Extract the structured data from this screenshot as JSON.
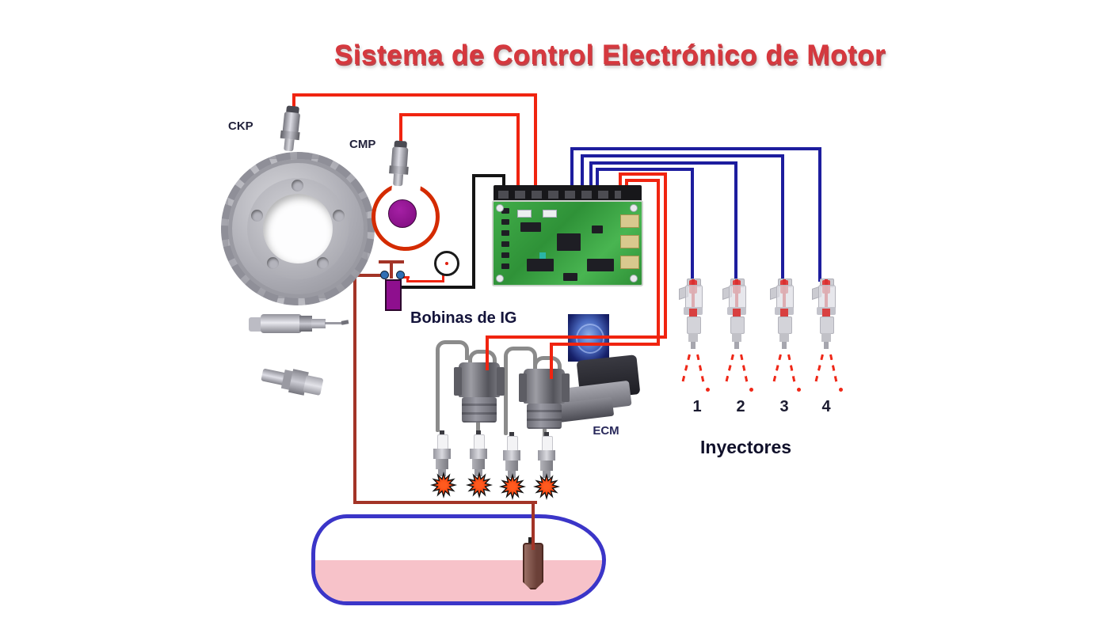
{
  "title": "Sistema de Control Electrónico de Motor",
  "labels": {
    "ckp": "CKP",
    "cmp": "CMP",
    "bobinas": "Bobinas de IG",
    "ecm": "ECM",
    "inyectores": "Inyectores"
  },
  "injector_numbers": [
    "1",
    "2",
    "3",
    "4"
  ],
  "icons": {
    "ckp_gear": "reluctor-gear",
    "ckp_sensor": "crankshaft-position-sensor",
    "cmp_sensor": "camshaft-position-sensor",
    "cmp_rotor": "cam-rotor-with-magnet",
    "ignition_switch": "key-switch-circle",
    "igniter": "igniter-module",
    "ecu_board": "engine-control-unit-pcb",
    "ignition_coils": "ignition-coils",
    "spark_plugs": "spark-plugs",
    "sparks": "spark-bursts",
    "ecm_module": "ecm-black-module",
    "brain_image": "blue-brain-scan",
    "injectors": "fuel-injectors",
    "oxygen_sensor": "oxygen-sensor",
    "temp_sensor": "coolant-temperature-sensor",
    "fuel_tank": "fuel-tank",
    "fuel_pump": "in-tank-fuel-pump"
  },
  "colors": {
    "title_red": "#d6383e",
    "signal_wire_red": "#f02410",
    "injector_wire_navy": "#1d1d9e",
    "ground_wire_black": "#141414",
    "power_wire_darkred": "#a33427",
    "component_purple": "#8e0f8e",
    "tank_outline_blue": "#3b35c8",
    "fuel_pink": "#f7c2c9",
    "spark_orange": "#f52f00",
    "pcb_green": "#35a23c"
  }
}
